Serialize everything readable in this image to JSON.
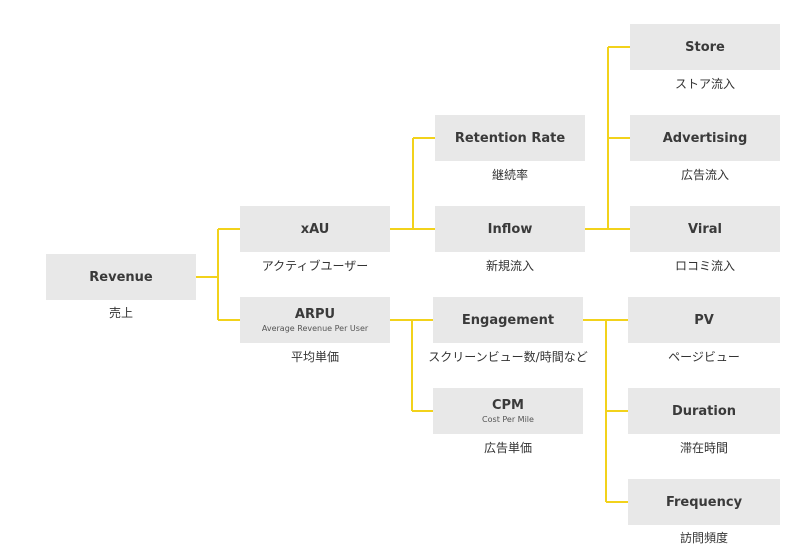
{
  "colors": {
    "connector": "#f2d21b",
    "node_fill": "#e8e8e8",
    "text": "#333333"
  },
  "nodes": {
    "revenue": {
      "title": "Revenue",
      "subtitle": "",
      "caption": "売上"
    },
    "xau": {
      "title": "xAU",
      "subtitle": "",
      "caption": "アクティブユーザー"
    },
    "arpu": {
      "title": "ARPU",
      "subtitle": "Average Revenue Per User",
      "caption": "平均単価"
    },
    "retention": {
      "title": "Retention Rate",
      "subtitle": "",
      "caption": "継続率"
    },
    "inflow": {
      "title": "Inflow",
      "subtitle": "",
      "caption": "新規流入"
    },
    "engagement": {
      "title": "Engagement",
      "subtitle": "",
      "caption": "スクリーンビュー数/時間など"
    },
    "cpm": {
      "title": "CPM",
      "subtitle": "Cost Per Mile",
      "caption": "広告単価"
    },
    "store": {
      "title": "Store",
      "subtitle": "",
      "caption": "ストア流入"
    },
    "advertising": {
      "title": "Advertising",
      "subtitle": "",
      "caption": "広告流入"
    },
    "viral": {
      "title": "Viral",
      "subtitle": "",
      "caption": "ロコミ流入"
    },
    "pv": {
      "title": "PV",
      "subtitle": "",
      "caption": "ページビュー"
    },
    "duration": {
      "title": "Duration",
      "subtitle": "",
      "caption": "滞在時間"
    },
    "frequency": {
      "title": "Frequency",
      "subtitle": "",
      "caption": "訪問頻度"
    }
  },
  "tree": [
    {
      "parent": "revenue",
      "children": [
        "xau",
        "arpu"
      ]
    },
    {
      "parent": "xau",
      "children": [
        "retention",
        "inflow"
      ]
    },
    {
      "parent": "arpu",
      "children": [
        "engagement",
        "cpm"
      ]
    },
    {
      "parent": "inflow",
      "children": [
        "store",
        "advertising",
        "viral"
      ]
    },
    {
      "parent": "engagement",
      "children": [
        "pv",
        "duration",
        "frequency"
      ]
    }
  ]
}
